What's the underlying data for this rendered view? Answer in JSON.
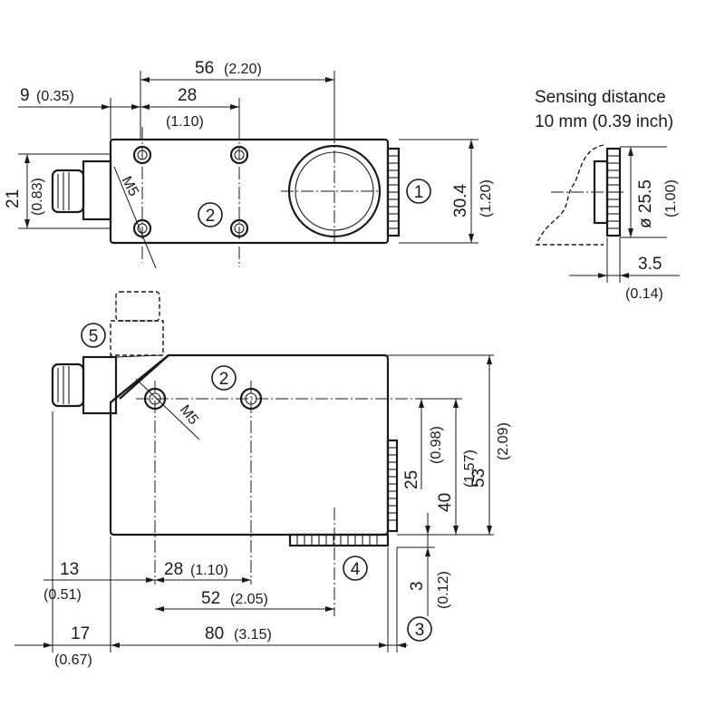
{
  "top_view": {
    "dim_overall_top": {
      "value": "56",
      "inch": "(2.20)"
    },
    "dim_hole_spacing_top": {
      "value": "28",
      "inch": "(1.10)"
    },
    "dim_left_offset": {
      "value": "9",
      "inch": "(0.35)"
    },
    "dim_height_left": {
      "value": "21",
      "inch": "(0.83)"
    },
    "dim_height_right": {
      "value": "30.4",
      "inch": "(1.20)"
    },
    "thread_label": "M5",
    "callout_1": "1",
    "callout_2": "2"
  },
  "sensing_view": {
    "title_line1": "Sensing distance",
    "title_line2": "10 mm (0.39 inch)",
    "dim_diameter": {
      "value": "ø 25.5",
      "inch": "(1.00)"
    },
    "dim_depth": {
      "value": "3.5",
      "inch": "(0.14)"
    }
  },
  "front_view": {
    "callout_5": "5",
    "callout_2": "2",
    "callout_4": "4",
    "callout_3": "3",
    "thread_label": "M5",
    "dim_25": {
      "value": "25",
      "inch": "(0.98)"
    },
    "dim_40": {
      "value": "40",
      "inch": "(1.57)"
    },
    "dim_53": {
      "value": "53",
      "inch": "(2.09)"
    },
    "dim_3": {
      "value": "3",
      "inch": "(0.12)"
    },
    "dim_13": {
      "value": "13",
      "inch": "(0.51)"
    },
    "dim_28": {
      "value": "28",
      "inch": "(1.10)"
    },
    "dim_52": {
      "value": "52",
      "inch": "(2.05)"
    },
    "dim_17": {
      "value": "17",
      "inch": "(0.67)"
    },
    "dim_80": {
      "value": "80",
      "inch": "(3.15)"
    }
  }
}
